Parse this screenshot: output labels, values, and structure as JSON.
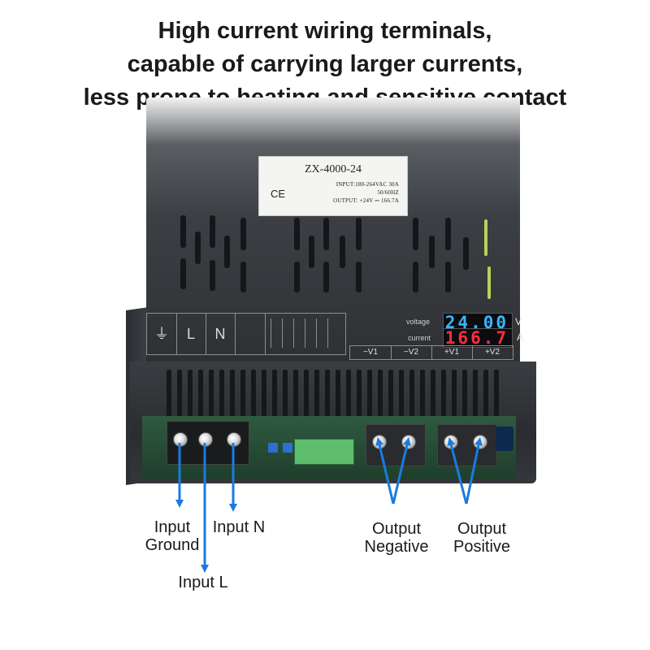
{
  "headline": {
    "line1": "High current wiring terminals,",
    "line2": "capable of carrying larger currents,",
    "line3": "less prone to heating and sensitive contact"
  },
  "spec_label": {
    "model": "ZX-4000-24",
    "input": "INPUT:180-264VAC 30A",
    "frequency": "50/60HZ",
    "output": "OUTPUT: +24V ⎓ 166.7A",
    "ce_mark": "CE"
  },
  "terminal_labels": {
    "ground_symbol": "⏚",
    "live": "L",
    "neutral": "N"
  },
  "meters": {
    "voltage_label": "voltage",
    "voltage_value": "24.00",
    "voltage_unit": "V",
    "current_label": "current",
    "current_value": "166.7",
    "current_unit": "A",
    "voltage_color": "#35b8ff",
    "current_color": "#ff2d3a"
  },
  "output_labels": [
    "−V1",
    "−V2",
    "+V1",
    "+V2"
  ],
  "callouts": {
    "input_ground_line1": "Input",
    "input_ground_line2": "Ground",
    "input_n": "Input N",
    "input_l": "Input L",
    "output_negative_line1": "Output",
    "output_negative_line2": "Negative",
    "output_positive_line1": "Output",
    "output_positive_line2": "Positive"
  },
  "colors": {
    "arrow": "#1a7be0",
    "body": "#2e3034"
  }
}
